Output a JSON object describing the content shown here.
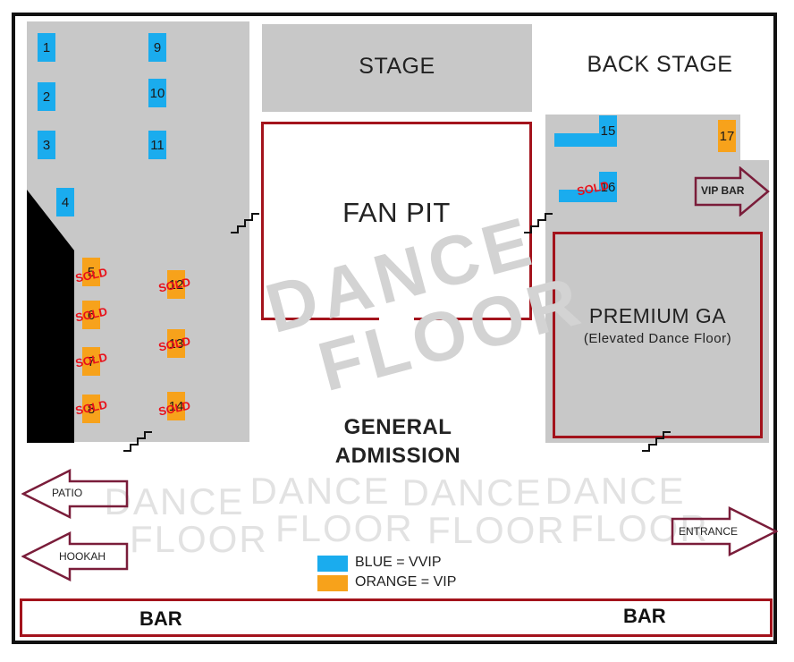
{
  "areas": {
    "stage": "STAGE",
    "back_stage": "BACK STAGE",
    "fan_pit": "FAN PIT",
    "premium_ga": "PREMIUM GA",
    "premium_ga_sub": "(Elevated Dance Floor)",
    "general_admission_1": "GENERAL",
    "general_admission_2": "ADMISSION",
    "bar_left": "BAR",
    "bar_right": "BAR"
  },
  "watermarks": {
    "dance": "DANCE",
    "floor": "FLOOR"
  },
  "arrows": {
    "vip_bar": "VIP BAR",
    "patio": "PATIO",
    "hookah": "HOOKAH",
    "entrance": "ENTRANCE"
  },
  "tables": {
    "t1": "1",
    "t2": "2",
    "t3": "3",
    "t4": "4",
    "t5": "5",
    "t6": "6",
    "t7": "7",
    "t8": "8",
    "t9": "9",
    "t10": "10",
    "t11": "11",
    "t12": "12",
    "t13": "13",
    "t14": "14",
    "t15": "15",
    "t16": "16",
    "t17": "17"
  },
  "sold_label": "SOLD",
  "legend": {
    "blue": "BLUE = VVIP",
    "orange": "ORANGE = VIP"
  },
  "colors": {
    "vvip": "#1aacee",
    "vip": "#f7a21b",
    "accent_red": "#a3131c",
    "sold_red": "#e8101a",
    "zone_gray": "#c8c8c8"
  }
}
